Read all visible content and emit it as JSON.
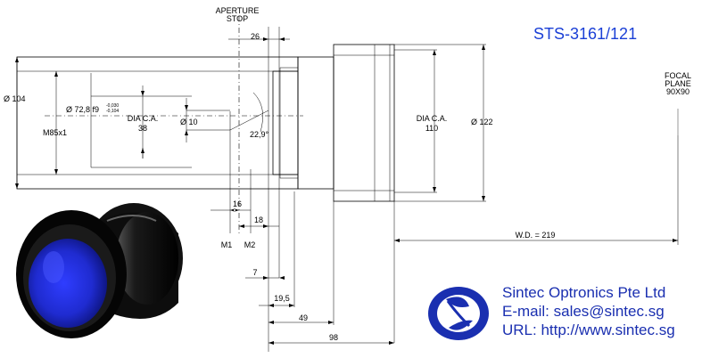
{
  "title": "STS-3161/121",
  "labels": {
    "aperture_stop_1": "APERTURE",
    "aperture_stop_2": "STOP",
    "focal_1": "FOCAL",
    "focal_2": "PLANE",
    "focal_3": "90X90",
    "dia_ca_left_1": "DIA C.A.",
    "dia_ca_left_2": "38",
    "dia_ca_right_1": "DIA C.A.",
    "dia_ca_right_2": "110",
    "thread": "M85x1",
    "m1": "M1",
    "m2": "M2"
  },
  "dimensions": {
    "d104": "Ø 104",
    "d72": "Ø 72,8 f9",
    "d72_tol_upper": "-0,030",
    "d72_tol_lower": "-0,104",
    "d10": "Ø 10",
    "angle": "22,9°",
    "d122": "Ø 122",
    "top26": "26",
    "h16": "16",
    "h18": "18",
    "h7": "7",
    "h19_5": "19,5",
    "h49": "49",
    "h98": "98",
    "wd": "W.D. = 219"
  },
  "company": {
    "name": "Sintec Optronics Pte Ltd",
    "email": "E-mail: sales@sintec.sg",
    "url": "URL: http://www.sintec.sg"
  },
  "colors": {
    "title": "#1a3fd6",
    "company_text": "#1a2fb0",
    "lens_glass": "#1f2bd0",
    "logo_blue": "#1a2fb0"
  }
}
